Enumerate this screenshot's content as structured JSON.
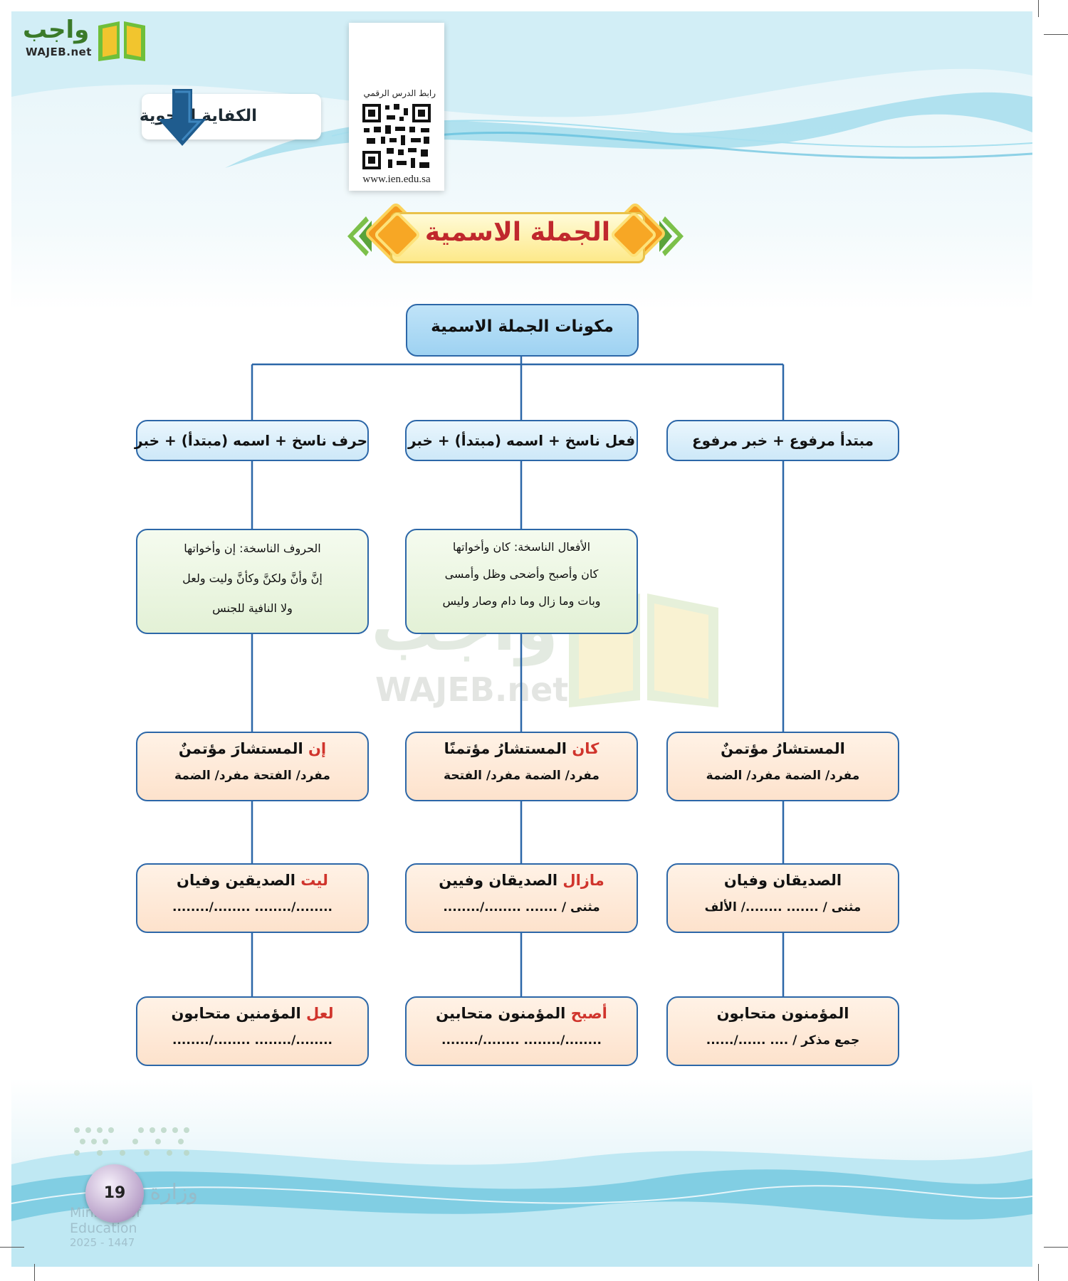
{
  "header": {
    "logo_arabic": "واجب",
    "logo_english": "WAJEB.net",
    "section_tab": "الكفاية النحوية",
    "qr_label": "رابط الدرس الرقمي",
    "qr_url": "www.ien.edu.sa"
  },
  "title": "الجملة الاسمية",
  "diagram": {
    "root": "مكونات الجملة الاسمية",
    "columns": {
      "right": {
        "header": "مبتدأ مرفوع + خبر مرفوع",
        "ex1": {
          "pre": "",
          "body": "المستشارُ مؤتمنٌ",
          "sub": "مفرد/ الضمة     مفرد/ الضمة"
        },
        "ex2": {
          "pre": "",
          "body": "الصديقان وفيان",
          "sub": "مثنى / .......   ......../ الألف"
        },
        "ex3": {
          "pre": "",
          "body": "المؤمنون متحابون",
          "sub": "جمع مذكر / ....   ....../......"
        }
      },
      "middle": {
        "header": "فعل ناسخ + اسمه (مبتدأ) + خبر",
        "note": [
          "الأفعال الناسخة: كان وأخواتها",
          "كان وأصبح وأضحى وظل وأمسى",
          "وبات وما زال وما دام وصار وليس"
        ],
        "ex1": {
          "pre": "كان",
          "body": " المستشارُ مؤتمنًا",
          "sub": "مفرد/ الضمة     مفرد/ الفتحة"
        },
        "ex2": {
          "pre": "مازال",
          "body": " الصديقان وفيين",
          "sub": "مثنى / .......   ......../........"
        },
        "ex3": {
          "pre": "أصبح",
          "body": " المؤمنون متحابين",
          "sub": "......../........   ......../........"
        }
      },
      "left": {
        "header": "حرف ناسخ + اسمه (مبتدأ) + خبر",
        "note": [
          "الحروف الناسخة: إن وأخواتها",
          "إنَّ وأنَّ ولكنَّ وكأنَّ وليت ولعل",
          "ولا النافية للجنس"
        ],
        "ex1": {
          "pre": "إن",
          "body": " المستشارَ مؤتمنٌ",
          "sub": "مفرد/ الفتحة     مفرد/ الضمة"
        },
        "ex2": {
          "pre": "ليت",
          "body": " الصديقين وفيان",
          "sub": "......../........   ......../........"
        },
        "ex3": {
          "pre": "لعل",
          "body": " المؤمنين متحابون",
          "sub": "......../........   ......../........"
        }
      }
    }
  },
  "watermark": {
    "arabic": "واجب",
    "english": "WAJEB.net"
  },
  "footer": {
    "page_number": "19",
    "ministry_arabic": "وزارة التعليم",
    "ministry_english": "Ministry of Education",
    "year": "2025 - 1447"
  },
  "colors": {
    "connector": "#2c67a8",
    "highlight_red": "#d0342c",
    "banner_red": "#c0282d",
    "logo_green": "#3b7a2a"
  }
}
